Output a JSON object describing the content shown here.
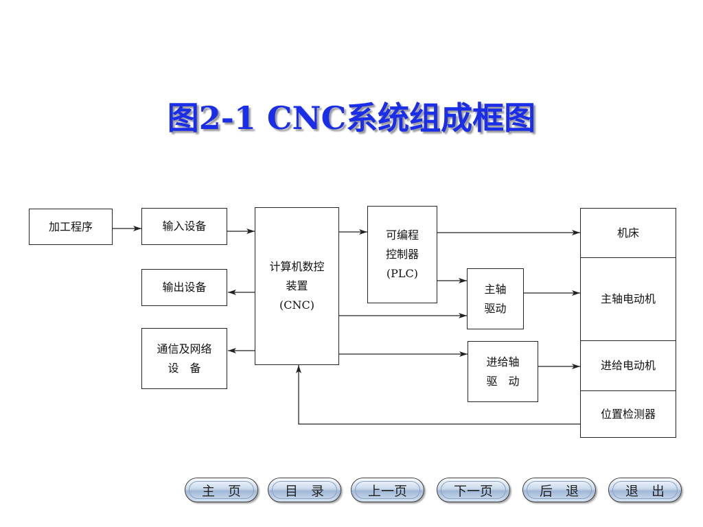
{
  "title": "图2-1 CNC系统组成框图",
  "diagram": {
    "blocks": {
      "program": "加工程序",
      "input": "输入设备",
      "output": "输出设备",
      "comm": "通信及网络\n设　备",
      "cnc": "计算机数控\n装置\n(CNC)",
      "plc": "可编程\n控制器\n(PLC)",
      "spindle_drive": "主轴\n驱动",
      "feed_drive": "进给轴\n驱　动",
      "machine": "机床",
      "spindle_motor": "主轴电动机",
      "feed_motor": "进给电动机",
      "position_detector": "位置检测器"
    }
  },
  "nav": {
    "home": "主　页",
    "contents": "目　录",
    "prev": "上一页",
    "next": "下一页",
    "back": "后　退",
    "exit": "退　出"
  }
}
